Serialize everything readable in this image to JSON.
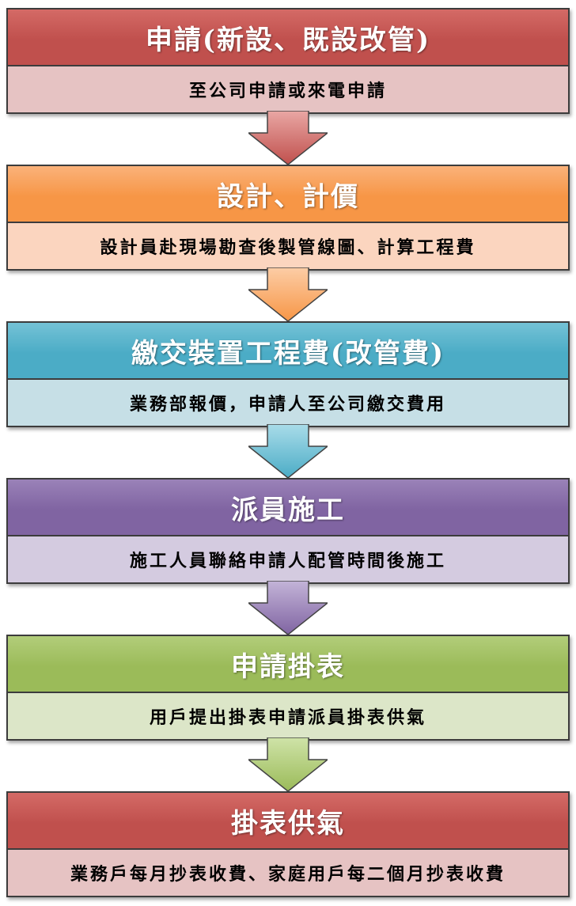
{
  "steps": [
    {
      "title": "申請(新設、既設改管)",
      "description": "至公司申請或來電申請",
      "header_color": "#c0504d",
      "header_gradient_top": "#d46a66",
      "body_color": "#e6c3c3",
      "arrow_color": "#c0504d",
      "arrow_light": "#e9a7a4"
    },
    {
      "title": "設計、計價",
      "description": "設計員赴現場勘查後製管線圖、計算工程費",
      "header_color": "#f79646",
      "header_gradient_top": "#fab27a",
      "body_color": "#fbd5bf",
      "arrow_color": "#f79646",
      "arrow_light": "#fccda6"
    },
    {
      "title": "繳交裝置工程費(改管費)",
      "description": "業務部報價，申請人至公司繳交費用",
      "header_color": "#4bacc6",
      "header_gradient_top": "#74c2d6",
      "body_color": "#c6dfe6",
      "arrow_color": "#4bacc6",
      "arrow_light": "#a9dce9"
    },
    {
      "title": "派員施工",
      "description": "施工人員聯絡申請人配管時間後施工",
      "header_color": "#8064a2",
      "header_gradient_top": "#9a82b8",
      "body_color": "#d4cbe0",
      "arrow_color": "#8064a2",
      "arrow_light": "#c3b4d8"
    },
    {
      "title": "申請掛表",
      "description": "用戶提出掛表申請派員掛表供氣",
      "header_color": "#9bbb59",
      "header_gradient_top": "#b2cd7a",
      "body_color": "#dce6c8",
      "arrow_color": "#9bbb59",
      "arrow_light": "#cfe3a8"
    },
    {
      "title": "掛表供氣",
      "description": "業務戶每月抄表收費、家庭用戶每二個月抄表收費",
      "header_color": "#c0504d",
      "header_gradient_top": "#d46a66",
      "body_color": "#e6c3c3"
    }
  ]
}
